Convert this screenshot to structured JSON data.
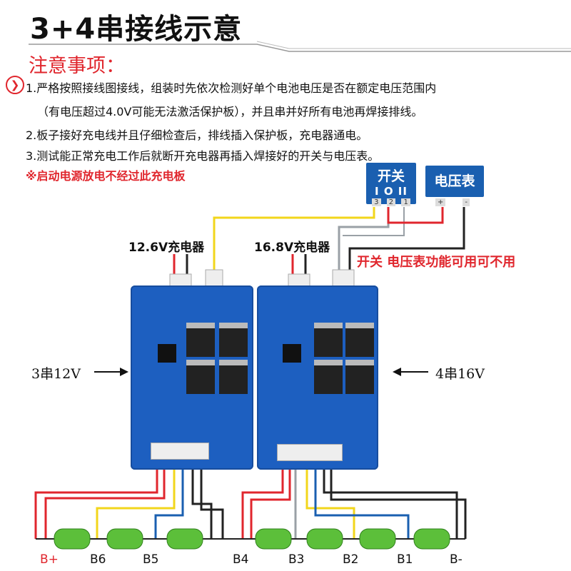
{
  "title": "3+4串接线示意",
  "notes_heading": "注意事项：",
  "notes": [
    "1.严格按照接线图接线，组装时先依次检测好单个电池电压是否在额定电压范围内",
    "（有电压超过4.0V可能无法激活保护板），并且串并好所有电池再焊接排线。",
    "2.板子接好充电线并且仔细检查后，排线插入保护板，充电器通电。",
    "3.测试能正常充电工作后就断开充电器再插入焊接好的开关与电压表。"
  ],
  "warning": "※启动电源放电不经过此充电板",
  "switch_box": {
    "label": "开关",
    "symbol": "I O II",
    "pins": [
      "3",
      "2",
      "1"
    ]
  },
  "voltmeter_box": {
    "label": "电压表",
    "pins": [
      "+",
      "-"
    ]
  },
  "optional_note": "开关 电压表功能可用可不用",
  "charger_left": "12.6V充电器",
  "charger_right": "16.8V充电器",
  "left_label": "3串12V",
  "right_label": "4串16V",
  "terminals": [
    "B+",
    "B6",
    "B5",
    "B4",
    "B3",
    "B2",
    "B1",
    "B-"
  ],
  "colors": {
    "red": "#e0262d",
    "blue": "#1a5fb0",
    "yellow": "#f2d61b",
    "board": "#1d5fc0",
    "battery": "#5cbf3a"
  }
}
